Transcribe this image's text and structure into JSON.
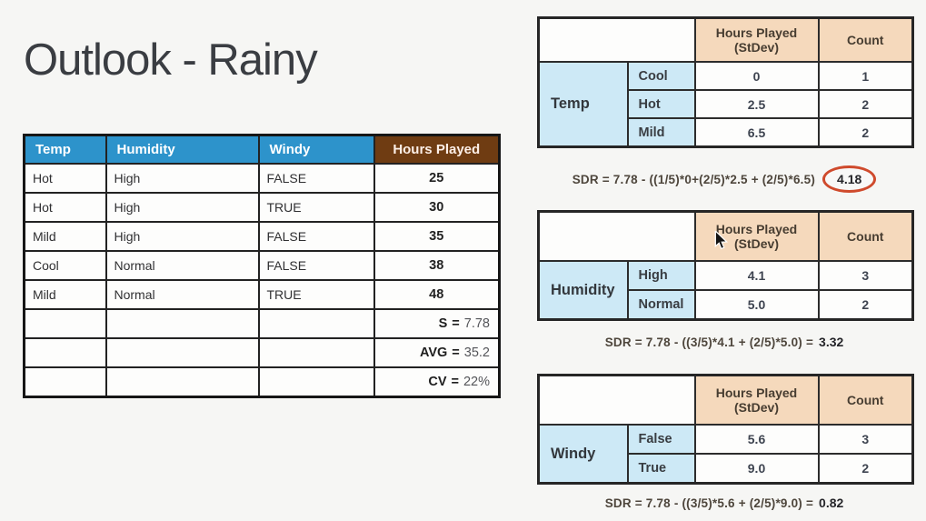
{
  "title": "Outlook - Rainy",
  "main_table": {
    "columns": [
      "Temp",
      "Humidity",
      "Windy",
      "Hours Played"
    ],
    "rows": [
      [
        "Hot",
        "High",
        "FALSE",
        "25"
      ],
      [
        "Hot",
        "High",
        "TRUE",
        "30"
      ],
      [
        "Mild",
        "High",
        "FALSE",
        "35"
      ],
      [
        "Cool",
        "Normal",
        "FALSE",
        "38"
      ],
      [
        "Mild",
        "Normal",
        "TRUE",
        "48"
      ]
    ],
    "summary_rows": [
      {
        "label": "S",
        "eq": "=",
        "value": "7.78"
      },
      {
        "label": "AVG",
        "eq": "=",
        "value": "35.2"
      },
      {
        "label": "CV",
        "eq": "=",
        "value": "22%"
      }
    ]
  },
  "detail_tables": [
    {
      "group": "Temp",
      "value_header": "Hours Played",
      "value_header_sub": "(StDev)",
      "count_header": "Count",
      "rows": [
        {
          "category": "Cool",
          "stdev": "0",
          "count": "1"
        },
        {
          "category": "Hot",
          "stdev": "2.5",
          "count": "2"
        },
        {
          "category": "Mild",
          "stdev": "6.5",
          "count": "2"
        }
      ],
      "sdr_formula": "SDR = 7.78 - ((1/5)*0+(2/5)*2.5 + (2/5)*6.5)",
      "sdr_result": "4.18",
      "result_circled": true
    },
    {
      "group": "Humidity",
      "value_header": "Hours Played",
      "value_header_sub": "(StDev)",
      "count_header": "Count",
      "rows": [
        {
          "category": "High",
          "stdev": "4.1",
          "count": "3"
        },
        {
          "category": "Normal",
          "stdev": "5.0",
          "count": "2"
        }
      ],
      "sdr_formula": "SDR = 7.78 - ((3/5)*4.1 + (2/5)*5.0) =",
      "sdr_result": "3.32",
      "result_circled": false
    },
    {
      "group": "Windy",
      "value_header": "Hours Played",
      "value_header_sub": "(StDev)",
      "count_header": "Count",
      "rows": [
        {
          "category": "False",
          "stdev": "5.6",
          "count": "3"
        },
        {
          "category": "True",
          "stdev": "9.0",
          "count": "2"
        }
      ],
      "sdr_formula": "SDR = 7.78 - ((3/5)*5.6 + (2/5)*9.0) =",
      "sdr_result": "0.82",
      "result_circled": false
    }
  ],
  "colors": {
    "header_blue": "#2d93cb",
    "header_brown": "#6f3c12",
    "cell_light_blue": "#cde9f6",
    "header_peach": "#f5d9bc",
    "highlight_circle_red": "#cf4a2c",
    "title_text": "#3a3d42"
  },
  "cursor": {
    "icon": "arrow-pointer",
    "visible": true
  }
}
